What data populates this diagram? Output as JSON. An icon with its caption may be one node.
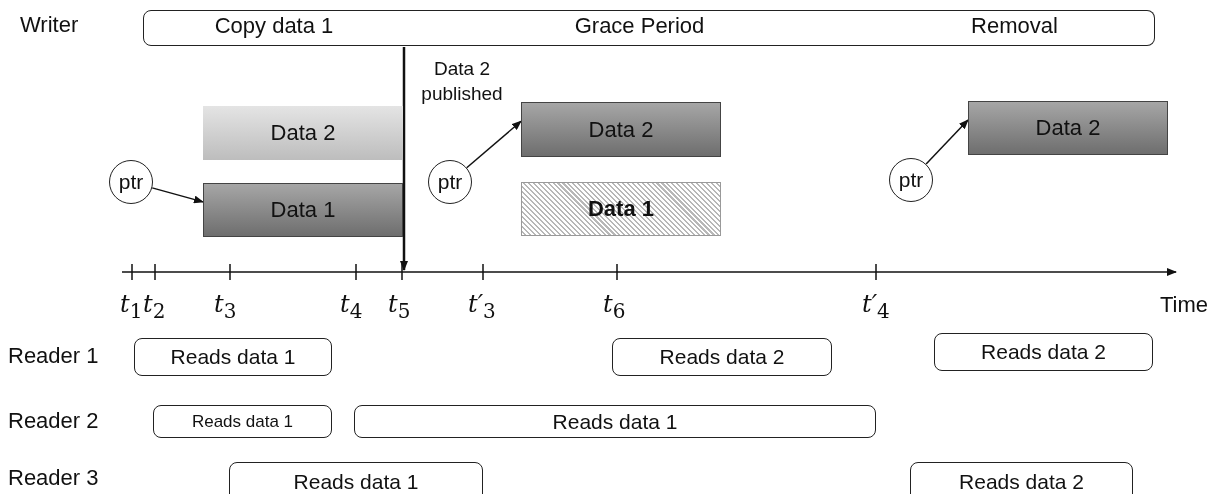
{
  "diagram": {
    "nodes": [
      {
        "text": [
          "Copy data 1"
        ]
      },
      {
        "text": [
          "Grace Period"
        ]
      },
      {
        "text": [
          "Removal"
        ]
      },
      {
        "text": [
          "Data 2"
        ]
      },
      {
        "text": [
          "ptr"
        ]
      },
      {
        "text": [
          "Data 1"
        ]
      },
      {
        "text": [
          "ptr"
        ]
      },
      {
        "text": [
          "Data 2"
        ]
      },
      {
        "text": [
          "Data 1"
        ]
      },
      {
        "text": [
          "ptr"
        ]
      },
      {
        "text": [
          "Data 2"
        ]
      },
      {
        "text": [
          "Reads data 1"
        ]
      },
      {
        "text": [
          "Reads data 2"
        ]
      },
      {
        "text": [
          "Reads data 2"
        ]
      },
      {
        "text": [
          "Reads data 1"
        ]
      },
      {
        "text": [
          "Reads data 1"
        ]
      },
      {
        "text": [
          "Reads data 1"
        ]
      },
      {
        "text": [
          "Reads data 2"
        ]
      }
    ],
    "edges": [
      {
        "from": 4,
        "to": 5,
        "arrow": "to"
      },
      {
        "from": 6,
        "to": 7,
        "arrow": "to"
      },
      {
        "from": 9,
        "to": 10,
        "arrow": "to"
      }
    ],
    "labels": [
      "Writer",
      "Data 2 published",
      "t$_{1}$",
      "t$_{2}$",
      "t$_{3}$",
      "t$_{4}$",
      "t$_{5}$",
      "t′$_{3}$",
      "t$_{6}$",
      "t′$_{4}$",
      "Time",
      "Reader 1",
      "Reader 2",
      "Reader 3"
    ]
  }
}
